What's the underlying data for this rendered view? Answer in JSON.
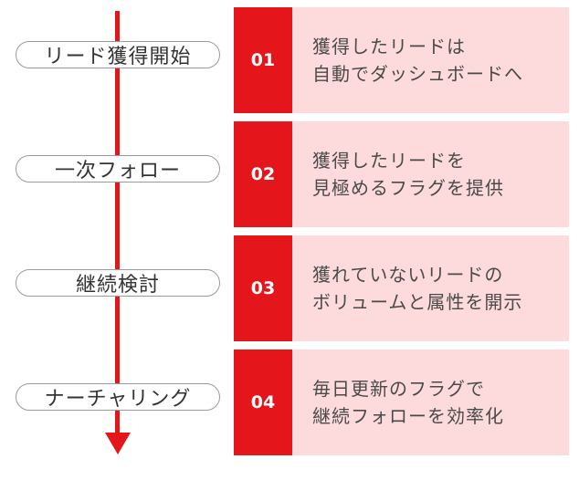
{
  "colors": {
    "accent": "#e5161b",
    "panel": "#fddbdc",
    "pill_border": "#9a9a9a",
    "text": "#4a4a4a"
  },
  "stages": [
    {
      "label": "リード獲得開始"
    },
    {
      "label": "一次フォロー"
    },
    {
      "label": "継続検討"
    },
    {
      "label": "ナーチャリング"
    }
  ],
  "steps": [
    {
      "number": "01",
      "line1": "獲得したリードは",
      "line2": "自動でダッシュボードへ"
    },
    {
      "number": "02",
      "line1": "獲得したリードを",
      "line2": "見極めるフラグを提供"
    },
    {
      "number": "03",
      "line1": "獲れていないリードの",
      "line2": "ボリュームと属性を開示"
    },
    {
      "number": "04",
      "line1": "毎日更新のフラグで",
      "line2": "継続フォローを効率化"
    }
  ]
}
